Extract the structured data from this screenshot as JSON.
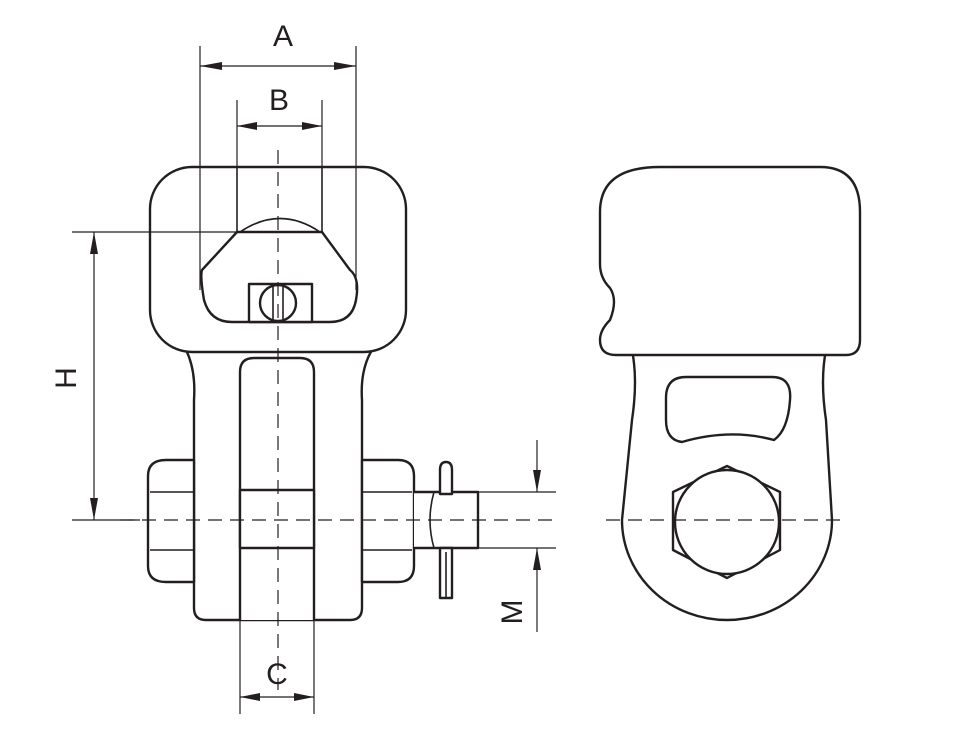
{
  "dimensions": {
    "A": "A",
    "B": "B",
    "C": "C",
    "H": "H",
    "M": "M"
  },
  "colors": {
    "line": "#231f20",
    "background": "#ffffff"
  }
}
